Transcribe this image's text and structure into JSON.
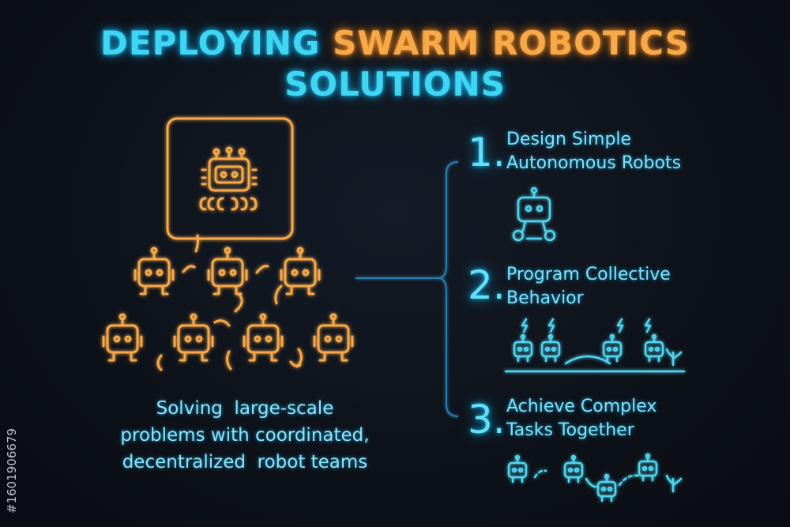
{
  "title": {
    "line1_part1": "DEPLOYING",
    "line1_part2": "SWARM ROBOTICS",
    "line2": "SOLUTIONS"
  },
  "caption": {
    "line1": "Solving  large-scale",
    "line2": "problems with coordinated,",
    "line3": "decentralized  robot teams"
  },
  "steps": [
    {
      "number": "1.",
      "line1": "Design Simple",
      "line2": "Autonomous Robots"
    },
    {
      "number": "2.",
      "line1": "Program Collective",
      "line2": "Behavior"
    },
    {
      "number": "3.",
      "line1": "Achieve Complex",
      "line2": "Tasks Together"
    }
  ],
  "watermark": "#1601906679",
  "colors": {
    "cyan": "#3fd6f2",
    "orange": "#f7a94a",
    "background": "#0d1117"
  },
  "icons": [
    "leader-robot-icon",
    "swarm-robot-icon",
    "lightning-icon",
    "plant-icon"
  ]
}
